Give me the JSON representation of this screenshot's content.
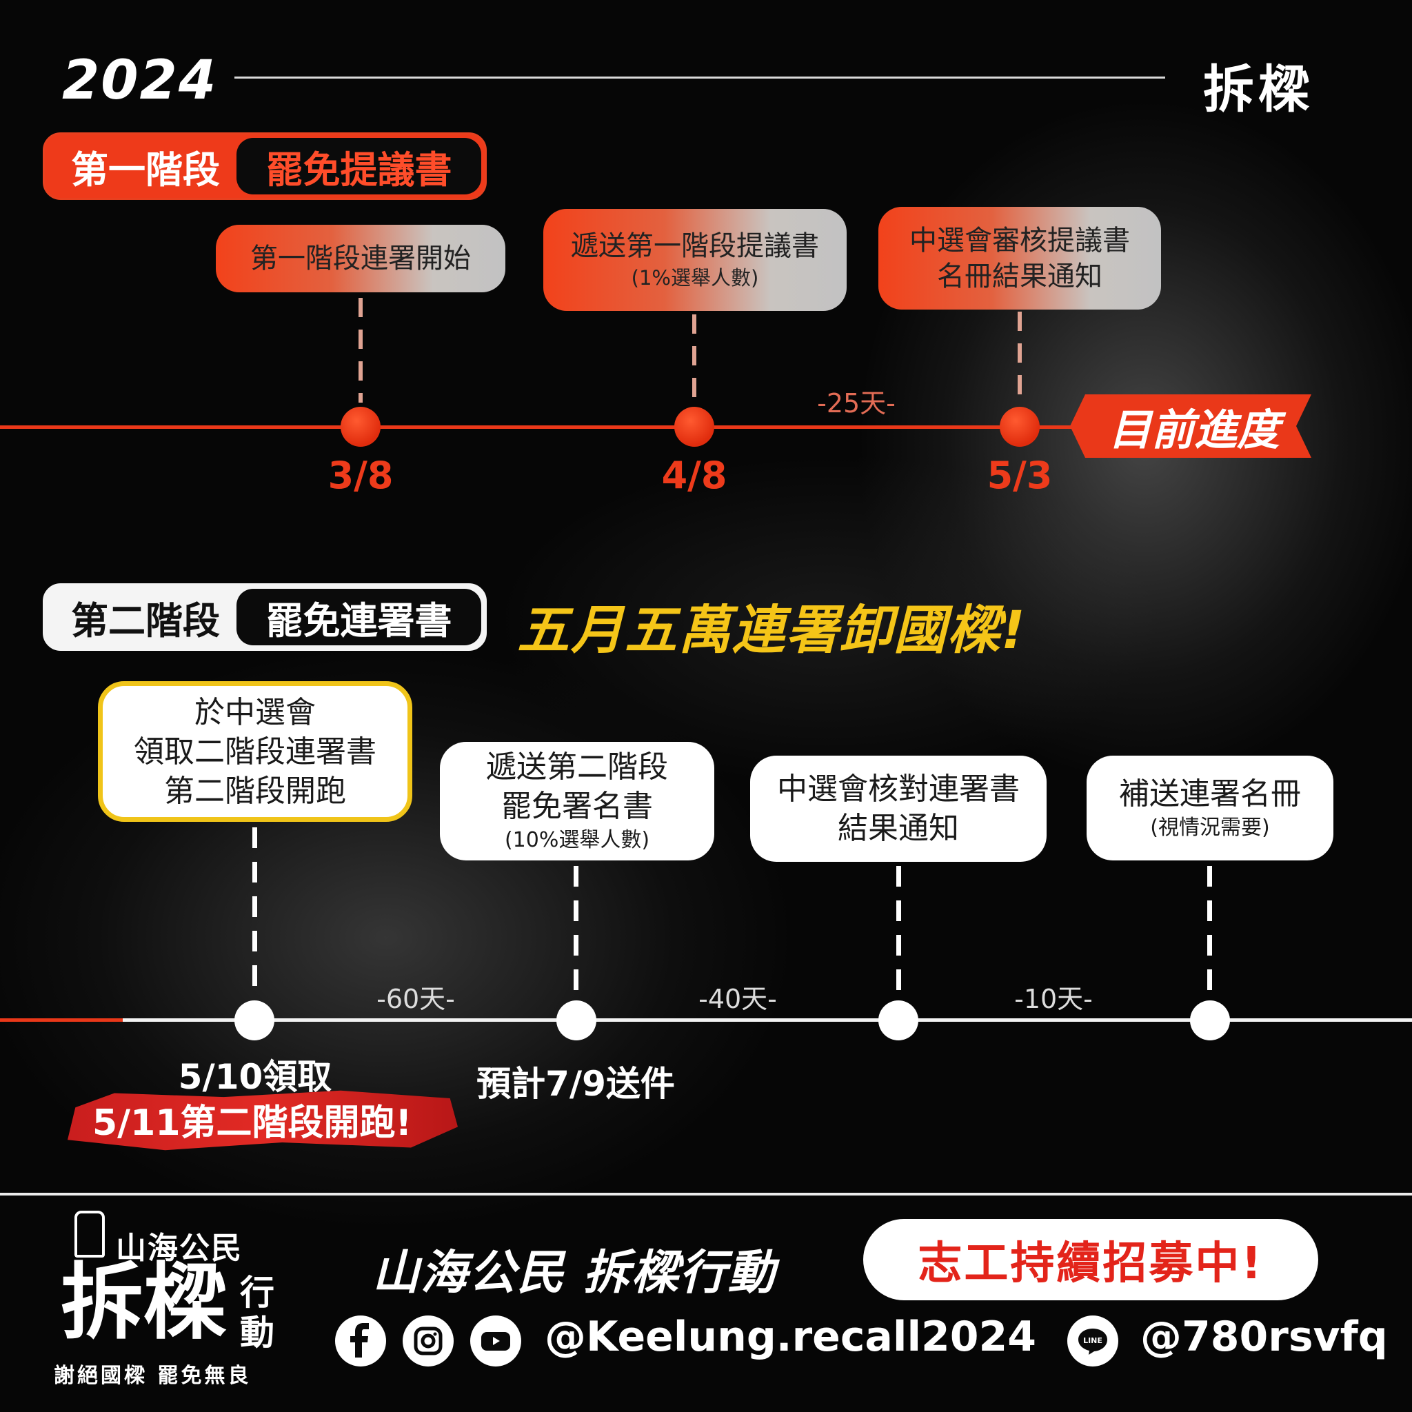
{
  "header": {
    "year": "2024",
    "brand": "拆樑"
  },
  "stage1": {
    "number": "第一階段",
    "name": "罷免提議書",
    "events": [
      {
        "title": "第一階段連署開始",
        "sub": "",
        "date": "3/8"
      },
      {
        "title": "遞送第一階段提議書",
        "sub": "(1%選舉人數)",
        "date": "4/8"
      },
      {
        "title": "中選會審核提議書",
        "title2": "名冊結果通知",
        "date": "5/3"
      }
    ],
    "gap": "-25天-",
    "progress_label": "目前進度"
  },
  "stage2": {
    "number": "第二階段",
    "name": "罷免連署書",
    "slogan": "五月五萬連署卸國樑!",
    "events": [
      {
        "line1": "於中選會",
        "line2": "領取二階段連署書",
        "line3": "第二階段開跑"
      },
      {
        "line1": "遞送第二階段",
        "line2": "罷免署名書",
        "sub": "(10%選舉人數)"
      },
      {
        "line1": "中選會核對連署書",
        "line2": "結果通知"
      },
      {
        "line1": "補送連署名冊",
        "sub": "(視情況需要)"
      }
    ],
    "gaps": [
      "-60天-",
      "-40天-",
      "-10天-"
    ],
    "date1": "5/10領取",
    "date1_highlight": "5/11第二階段開跑!",
    "date2": "預計7/9送件"
  },
  "footer": {
    "logo_top": "山海公民",
    "logo_main": "拆樑",
    "logo_side": "行動",
    "logo_bottom": "謝絕國樑 罷免無良",
    "org_name": "山海公民  拆樑行動",
    "recruit": "志工持續招募中!",
    "social_handle": "@Keelung.recall2024",
    "line_label": "LINE",
    "line_handle": "@780rsvfq",
    "icons": [
      "facebook-icon",
      "instagram-icon",
      "youtube-icon",
      "line-icon"
    ]
  },
  "colors": {
    "accent_red": "#ea3819",
    "yellow": "#f5c518",
    "white": "#ffffff",
    "background": "#060606"
  }
}
